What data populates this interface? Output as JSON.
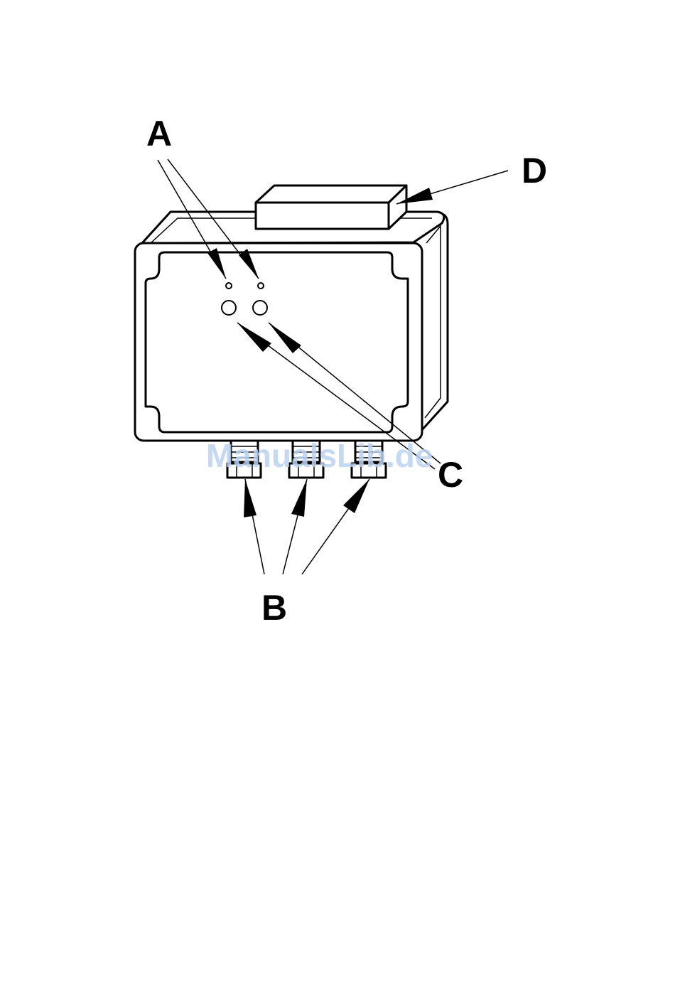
{
  "labels": {
    "a": "A",
    "b": "B",
    "c": "C",
    "d": "D"
  },
  "watermark": "ManualsLib.de",
  "colors": {
    "line": "#000000",
    "watermark": "#bcd3f2",
    "background": "#ffffff"
  }
}
